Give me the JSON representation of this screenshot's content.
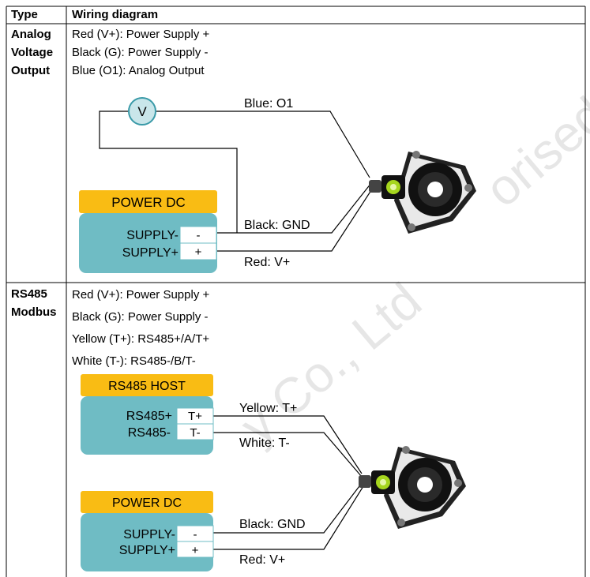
{
  "table": {
    "header": {
      "type_label": "Type",
      "diagram_label": "Wiring diagram"
    },
    "rows": [
      {
        "type_lines": [
          "Analog",
          "Voltage",
          "Output"
        ],
        "wire_notes": [
          "Red (V+): Power Supply +",
          "Black (G): Power Supply -",
          "Blue (O1): Analog Output"
        ]
      },
      {
        "type_lines": [
          "RS485",
          "Modbus"
        ],
        "wire_notes": [
          "Red (V+): Power Supply +",
          "Black (G): Power Supply -",
          "Yellow (T+): RS485+/A/T+",
          "White (T-): RS485-/B/T-"
        ]
      }
    ]
  },
  "diagram1": {
    "meter_symbol": "V",
    "power_box_title": "POWER DC",
    "terminal_labels": [
      "SUPPLY-",
      "SUPPLY+"
    ],
    "terminal_signs": [
      "-",
      "+"
    ],
    "wire_labels": [
      "Blue: O1",
      "Black: GND",
      "Red: V+"
    ],
    "sensor_icon": "inclinometer-sensor"
  },
  "diagram2": {
    "host_box_title": "RS485 HOST",
    "host_terminal_labels": [
      "RS485+",
      "RS485-"
    ],
    "host_terminal_signs": [
      "T+",
      "T-"
    ],
    "power_box_title": "POWER DC",
    "terminal_labels": [
      "SUPPLY-",
      "SUPPLY+"
    ],
    "terminal_signs": [
      "-",
      "+"
    ],
    "wire_labels": [
      "Yellow: T+",
      "White: T-",
      "Black: GND",
      "Red: V+"
    ],
    "sensor_icon": "inclinometer-sensor"
  },
  "watermark": {
    "text": "...y Co., Ltd ...orised"
  },
  "colors": {
    "power_box_header": "#f9bc14",
    "terminal_block": "#6fbcc4",
    "meter_fill": "#c9e6ea",
    "sensor_body": "#111111",
    "sensor_bubble": "#a6d61e",
    "table_border": "#000000"
  }
}
